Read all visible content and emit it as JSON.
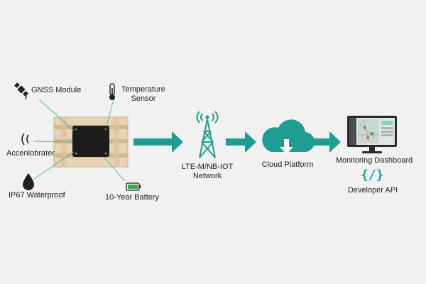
{
  "colors": {
    "accent": "#1fa89a",
    "arrow": "#1e9e92",
    "pallet": "#e8d3b5",
    "pallet_slot": "#d6bd98",
    "device": "#1c1c1c",
    "battery": "#2fb24a",
    "background": "#f1f1f1",
    "text": "#222222"
  },
  "sensors": {
    "gnss": {
      "label": "GNSS Module",
      "icon": "satellite-icon"
    },
    "temperature": {
      "label_line1": "Temperature",
      "label_line2": "Sensor",
      "icon": "thermometer-icon"
    },
    "accelerometer": {
      "label": "Accenlobrater",
      "icon": "vibration-icon"
    },
    "waterproof": {
      "label": "IP67 Waterproof",
      "icon": "water-drop-icon"
    },
    "battery": {
      "label": "10-Year Battery",
      "icon": "battery-icon"
    }
  },
  "network": {
    "label_line1": "LTE-M/NB-IOT",
    "label_line2": "Network",
    "icon": "cell-tower-icon"
  },
  "cloud": {
    "label": "Cloud Platform",
    "icon": "cloud-upload-icon"
  },
  "dashboard": {
    "label": "Monitoring Dashboard",
    "icon": "monitor-icon"
  },
  "api": {
    "label": "Developer API",
    "icon_text": "{/}"
  }
}
